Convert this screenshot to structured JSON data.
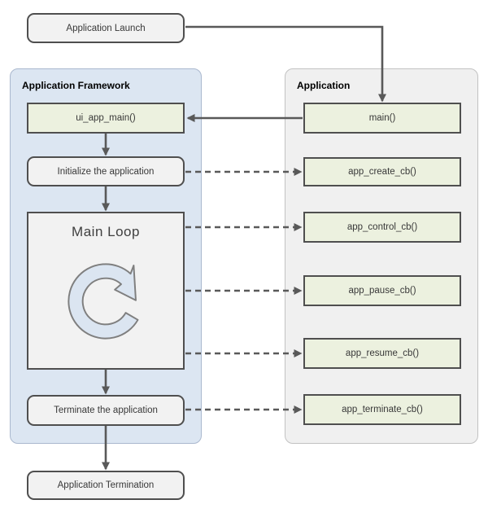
{
  "panels": {
    "framework": {
      "title": "Application Framework"
    },
    "application": {
      "title": "Application"
    }
  },
  "nodes": {
    "app_launch": "Application Launch",
    "ui_app_main": "ui_app_main()",
    "initialize": "Initialize the application",
    "main_loop": "Main Loop",
    "terminate": "Terminate the application",
    "app_termination": "Application Termination",
    "main": "main()",
    "app_create": "app_create_cb()",
    "app_control": "app_control_cb()",
    "app_pause": "app_pause_cb()",
    "app_resume": "app_resume_cb()",
    "app_terminate": "app_terminate_cb()"
  },
  "icons": {
    "loop_icon": "circular-loop-arrow"
  },
  "edges": {
    "solid": [
      {
        "from": "app_launch",
        "to": "main"
      },
      {
        "from": "main",
        "to": "ui_app_main"
      },
      {
        "from": "ui_app_main",
        "to": "initialize"
      },
      {
        "from": "initialize",
        "to": "main_loop"
      },
      {
        "from": "main_loop",
        "to": "terminate"
      },
      {
        "from": "terminate",
        "to": "app_termination"
      }
    ],
    "dashed": [
      {
        "from": "initialize",
        "to": "app_create"
      },
      {
        "from": "main_loop",
        "to": "app_control"
      },
      {
        "from": "main_loop",
        "to": "app_pause"
      },
      {
        "from": "main_loop",
        "to": "app_resume"
      },
      {
        "from": "terminate",
        "to": "app_terminate"
      }
    ]
  },
  "colors": {
    "panel_blue": "#dce6f2",
    "panel_blue_border": "#aab8ce",
    "panel_gray": "#f0f0f0",
    "panel_gray_border": "#c2c2c2",
    "box_gray": "#f2f2f2",
    "box_green": "#ecf1df",
    "box_border": "#4f4f4f",
    "arrow_color": "#595959",
    "loop_fill": "#dbe5f1",
    "loop_stroke": "#7f7f7f"
  }
}
